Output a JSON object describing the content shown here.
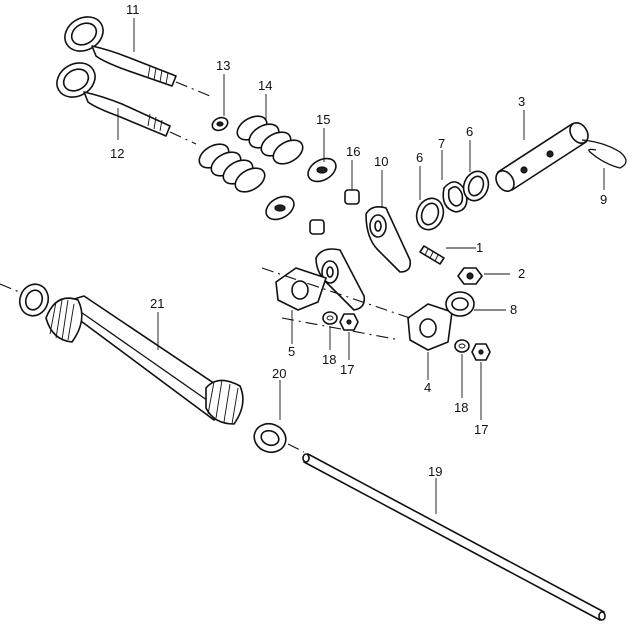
{
  "callouts": [
    {
      "id": "1",
      "label": "1"
    },
    {
      "id": "2",
      "label": "2"
    },
    {
      "id": "3",
      "label": "3"
    },
    {
      "id": "4",
      "label": "4"
    },
    {
      "id": "5",
      "label": "5"
    },
    {
      "id": "6a",
      "label": "6"
    },
    {
      "id": "6b",
      "label": "6"
    },
    {
      "id": "7",
      "label": "7"
    },
    {
      "id": "8",
      "label": "8"
    },
    {
      "id": "9",
      "label": "9"
    },
    {
      "id": "10",
      "label": "10"
    },
    {
      "id": "11",
      "label": "11"
    },
    {
      "id": "12",
      "label": "12"
    },
    {
      "id": "13",
      "label": "13"
    },
    {
      "id": "14",
      "label": "14"
    },
    {
      "id": "15",
      "label": "15"
    },
    {
      "id": "16",
      "label": "16"
    },
    {
      "id": "17a",
      "label": "17"
    },
    {
      "id": "17b",
      "label": "17"
    },
    {
      "id": "18a",
      "label": "18"
    },
    {
      "id": "18b",
      "label": "18"
    },
    {
      "id": "19",
      "label": "19"
    },
    {
      "id": "20",
      "label": "20"
    },
    {
      "id": "21",
      "label": "21"
    }
  ]
}
